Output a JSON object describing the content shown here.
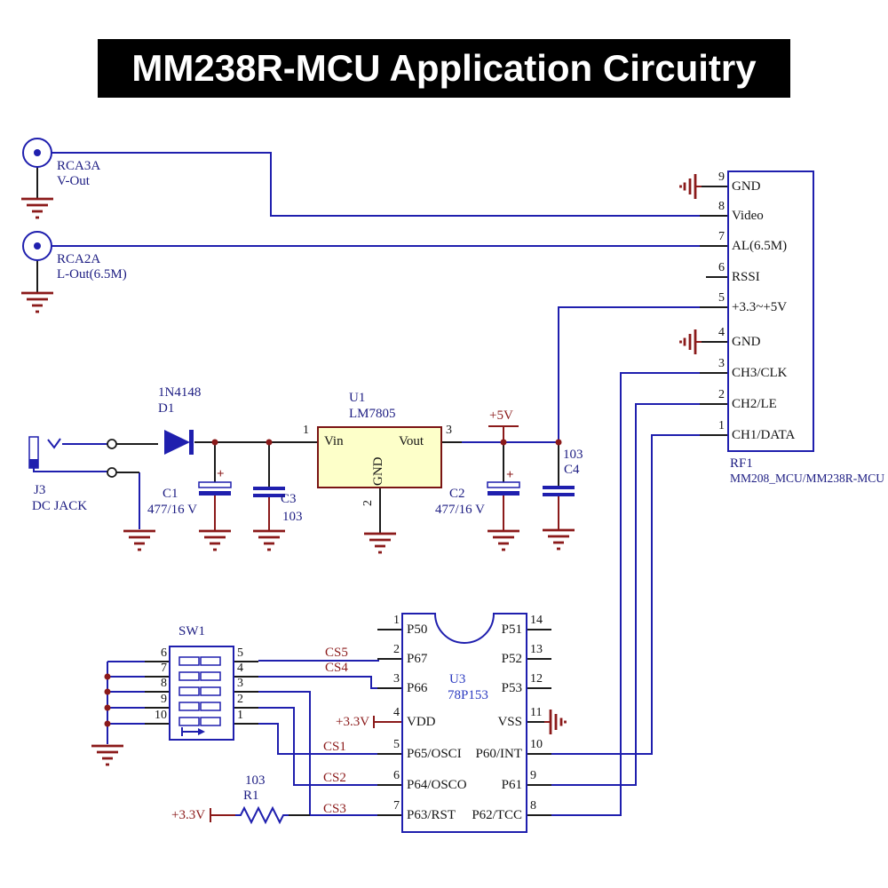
{
  "title": "MM238R-MCU Application Circuitry",
  "colors": {
    "wire_blue": "#1f1fae",
    "navy_text": "#1c1c82",
    "dark_red": "#8b1a1a",
    "black": "#1c1c1c",
    "chip_fill": "#fdffc9",
    "chip_border": "#7a1414",
    "u3_text": "#2b3ac0",
    "title_bg": "#000000",
    "title_fg": "#ffffff"
  },
  "rca3a": {
    "ref": "RCA3A",
    "net": "V-Out"
  },
  "rca2a": {
    "ref": "RCA2A",
    "net": "L-Out(6.5M)"
  },
  "j3": {
    "ref": "J3",
    "part": "DC JACK"
  },
  "d1": {
    "part": "1N4148",
    "ref": "D1"
  },
  "u1": {
    "ref": "U1",
    "part": "LM7805",
    "pin_in_num": "1",
    "pin_in": "Vin",
    "pin_out_num": "3",
    "pin_out": "Vout",
    "pin_gnd_num": "2",
    "pin_gnd": "GND"
  },
  "c1": {
    "ref": "C1",
    "value": "477/16 V",
    "polarity": "+"
  },
  "c2": {
    "ref": "C2",
    "value": "477/16 V",
    "polarity": "+"
  },
  "c3": {
    "ref": "C3",
    "value": "103"
  },
  "c4": {
    "ref": "C4",
    "value": "103"
  },
  "r1": {
    "ref": "R1",
    "value": "103"
  },
  "power": {
    "p5v": "+5V",
    "p33v_vdd": "+3.3V",
    "p33v_r1": "+3.3V"
  },
  "chip_select": {
    "cs1": "CS1",
    "cs2": "CS2",
    "cs3": "CS3",
    "cs4": "CS4",
    "cs5": "CS5"
  },
  "sw1": {
    "ref": "SW1",
    "left_pins": [
      "6",
      "7",
      "8",
      "9",
      "10"
    ],
    "right_pins": [
      "5",
      "4",
      "3",
      "2",
      "1"
    ]
  },
  "u3": {
    "ref": "U3",
    "part": "78P153",
    "left_pins": [
      {
        "num": "1",
        "name": "P50"
      },
      {
        "num": "2",
        "name": "P67"
      },
      {
        "num": "3",
        "name": "P66"
      },
      {
        "num": "4",
        "name": "VDD"
      },
      {
        "num": "5",
        "name": "P65/OSCI"
      },
      {
        "num": "6",
        "name": "P64/OSCO"
      },
      {
        "num": "7",
        "name": "P63/RST"
      }
    ],
    "right_pins": [
      {
        "num": "14",
        "name": "P51"
      },
      {
        "num": "13",
        "name": "P52"
      },
      {
        "num": "12",
        "name": "P53"
      },
      {
        "num": "11",
        "name": "VSS"
      },
      {
        "num": "10",
        "name": "P60/INT"
      },
      {
        "num": "9",
        "name": "P61"
      },
      {
        "num": "8",
        "name": "P62/TCC"
      }
    ]
  },
  "rf1": {
    "ref": "RF1",
    "part": "MM208_MCU/MM238R-MCU",
    "pins": [
      {
        "num": "9",
        "name": "GND"
      },
      {
        "num": "8",
        "name": "Video"
      },
      {
        "num": "7",
        "name": "AL(6.5M)"
      },
      {
        "num": "6",
        "name": "RSSI"
      },
      {
        "num": "5",
        "name": "+3.3~+5V"
      },
      {
        "num": "4",
        "name": "GND"
      },
      {
        "num": "3",
        "name": "CH3/CLK"
      },
      {
        "num": "2",
        "name": "CH2/LE"
      },
      {
        "num": "1",
        "name": "CH1/DATA"
      }
    ]
  }
}
